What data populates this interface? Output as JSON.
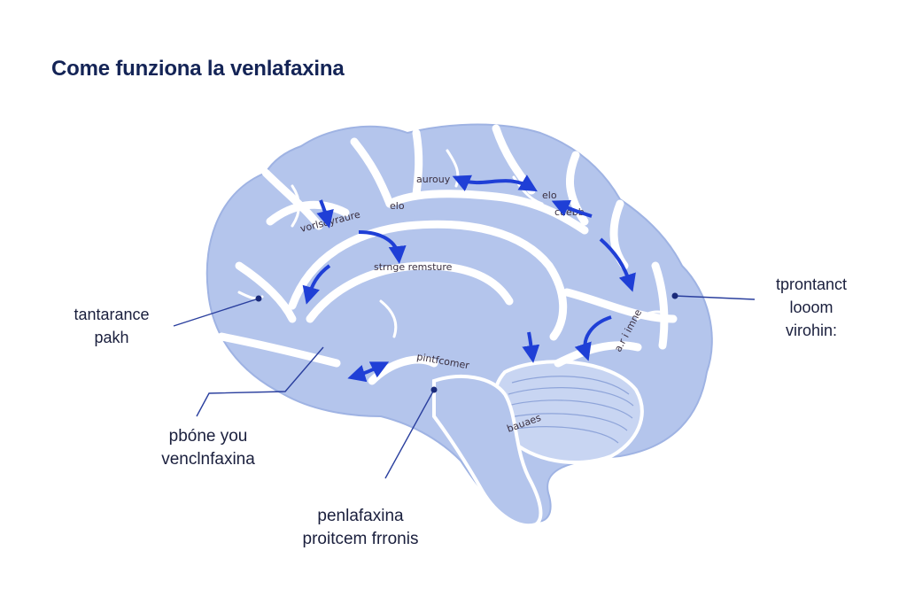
{
  "title": "Come funziona la venlafaxina",
  "labels": {
    "left": [
      "tantarance",
      "pakh"
    ],
    "right": [
      "tprontanct",
      "looom",
      "virohin:"
    ],
    "bottom_left": [
      "pbóne you",
      "venclnfaxina"
    ],
    "bottom": [
      "penlafaxina",
      "proitcem frronis"
    ]
  },
  "inner_labels": {
    "top": "aurouy",
    "top_right": "elo",
    "top_right2": "cuebb",
    "upper_left": "vorlsdyraure",
    "upper_left2": "elo",
    "center": "strnge remsture",
    "lower": "pintfcomer",
    "right_vertical": "a.r i imne",
    "cerebellum": "bauaes"
  },
  "colors": {
    "brain_fill": "#b4c5ec",
    "brain_stroke": "#ffffff",
    "arrow": "#1f3fd6",
    "title": "#142456",
    "leader": "#2a3f9e"
  }
}
